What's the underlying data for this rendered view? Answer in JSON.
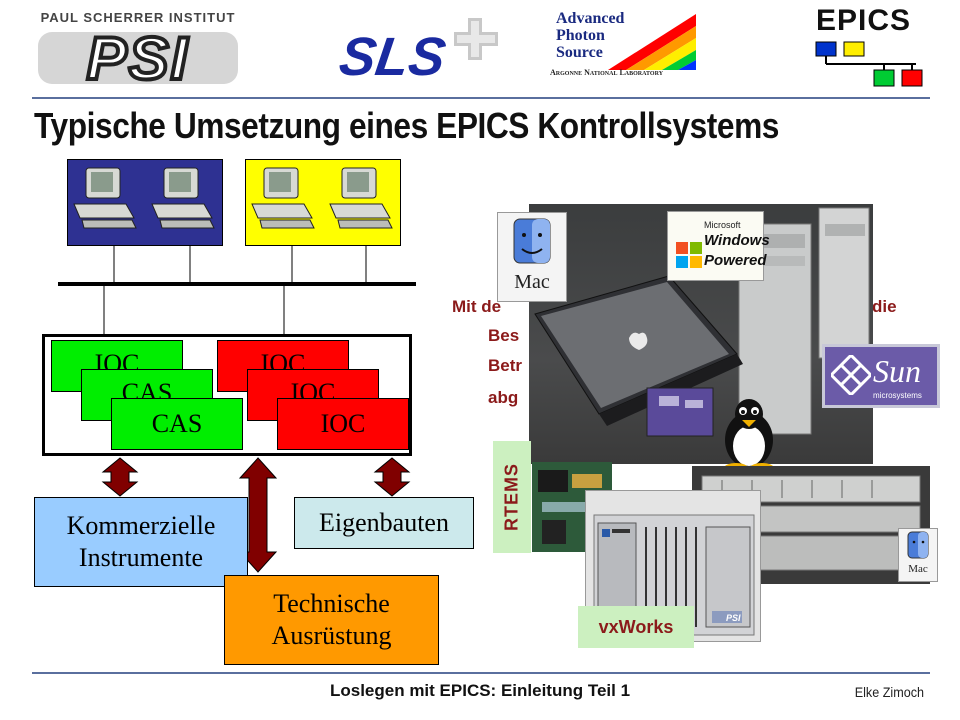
{
  "header": {
    "psi_institute": "PAUL SCHERRER INSTITUT",
    "psi_logo": "PSI",
    "sls_logo": "SLS",
    "aps_lines": [
      "Advanced",
      "Photon",
      "Source"
    ],
    "aps_lab": "Argonne National Laboratory",
    "epics_logo": "EPICS"
  },
  "slide": {
    "title": "Typische Umsetzung eines EPICS Kontrollsystems"
  },
  "diagram": {
    "ioc_stack_back": [
      "IOC",
      "CAS",
      "CAS"
    ],
    "ioc_stack_front": [
      "IOC",
      "IOC",
      "IOC"
    ],
    "commercial": [
      "Kommerzielle",
      "Instrumente"
    ],
    "custom": "Eigenbauten",
    "technical": [
      "Technische",
      "Ausrüstung"
    ]
  },
  "photos": {
    "mac_label": "Mac",
    "windows_label": [
      "Microsoft",
      "Windows",
      "Powered"
    ],
    "sun_label": "Sun",
    "sun_sub": "microsystems",
    "rtems_label": "RTEMS",
    "vxworks_label": "vxWorks",
    "psi_badge": "PSI"
  },
  "hidden_text": {
    "line1_left": "Mit de",
    "line1_right": "die",
    "line2": "Bes",
    "line3": "Betr",
    "line4": "abg"
  },
  "colors": {
    "navy": "#2e3192",
    "yellow": "#ffff00",
    "green": "#00ee00",
    "red": "#ff0000",
    "lightblue": "#99ccff",
    "lightcyan": "#cce9ec",
    "orange": "#ff9900",
    "arrow": "#800000"
  },
  "footer": {
    "title": "Loslegen mit EPICS: Einleitung Teil 1",
    "author": "Elke Zimoch"
  }
}
